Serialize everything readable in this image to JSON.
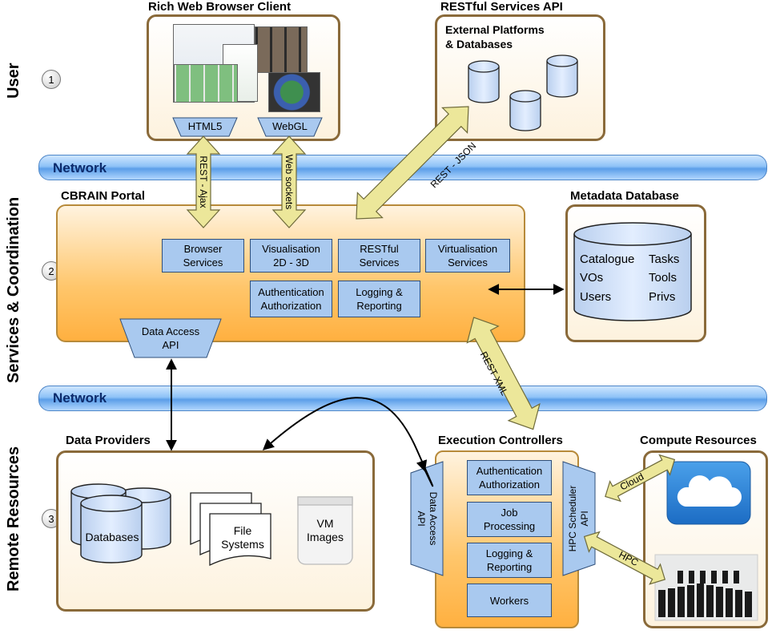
{
  "layers": {
    "user": "User",
    "services": "Services & Coordination",
    "remote": "Remote Resources"
  },
  "numbers": [
    "1",
    "2",
    "3"
  ],
  "network_label": "Network",
  "browser": {
    "title": "Rich Web Browser Client",
    "html5": "HTML5",
    "webgl": "WebGL"
  },
  "restful_api": {
    "title": "RESTful Services API",
    "subtitle": "External Platforms\n& Databases"
  },
  "portal": {
    "title": "CBRAIN Portal",
    "services": [
      "Browser\nServices",
      "Visualisation\n2D - 3D",
      "RESTful\nServices",
      "Virtualisation\nServices",
      "Authentication\nAuthorization",
      "Logging &\nReporting"
    ],
    "data_access": "Data Access\nAPI"
  },
  "metadata": {
    "title": "Metadata Database",
    "items": [
      "Catalogue",
      "Tasks",
      "VOs",
      "Tools",
      "Users",
      "Privs"
    ]
  },
  "arrows": {
    "rest_ajax": "REST - Ajax",
    "web_sockets": "Web sockets",
    "rest_json": "REST - JSON",
    "rest_xml": "REST XML",
    "cloud": "Cloud",
    "hpc": "HPC"
  },
  "data_providers": {
    "title": "Data Providers",
    "databases": "Databases",
    "file_systems": "File\nSystems",
    "vm_images": "VM\nImages"
  },
  "execution": {
    "title": "Execution Controllers",
    "services": [
      "Authentication\nAuthorization",
      "Job\nProcessing",
      "Logging &\nReporting",
      "Workers"
    ],
    "data_access": "Data Access\nAPI",
    "hpc_scheduler": "HPC Scheduler\nAPI"
  },
  "compute": {
    "title": "Compute Resources"
  },
  "colors": {
    "network": "#5b9ee8",
    "service_box": "#a9c9ef",
    "portal_fill": "#ffb040",
    "arrow_fill": "#ece79a",
    "frame_border": "#8a6a3a"
  }
}
